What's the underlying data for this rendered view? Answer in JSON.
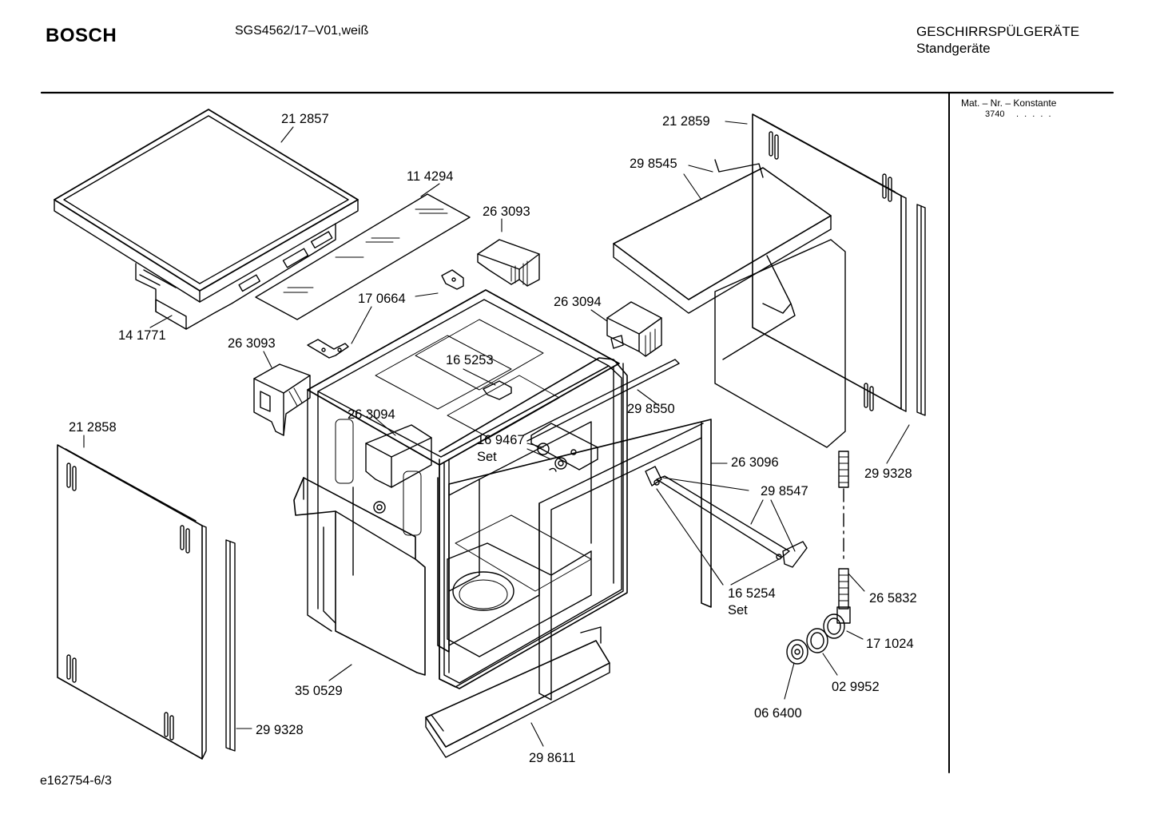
{
  "header": {
    "brand": "BOSCH",
    "model": "SGS4562/17–V01,weiß",
    "category": "GESCHIRRSPÜLGERÄTE",
    "subcategory": "Standgeräte"
  },
  "sidebar": {
    "mat_label": "Mat. – Nr. – Konstante",
    "mat_value": "3740",
    "mat_dots": ". . . . ."
  },
  "footer": {
    "doc_id": "e162754-6/3"
  },
  "parts": [
    "21 2857",
    "11 4294",
    "26 3093",
    "17 0664",
    "14 1771",
    "26 3094",
    "26 3093",
    "16 5253",
    "26 3094",
    "29 8550",
    "16 9467",
    "Set",
    "21 2858",
    "21 2859",
    "29 8545",
    "29 9328",
    "26 3096",
    "29 8547",
    "16 5254",
    "Set",
    "26 5832",
    "17 1024",
    "02 9952",
    "06 6400",
    "35 0529",
    "29 9328",
    "29 8611"
  ]
}
